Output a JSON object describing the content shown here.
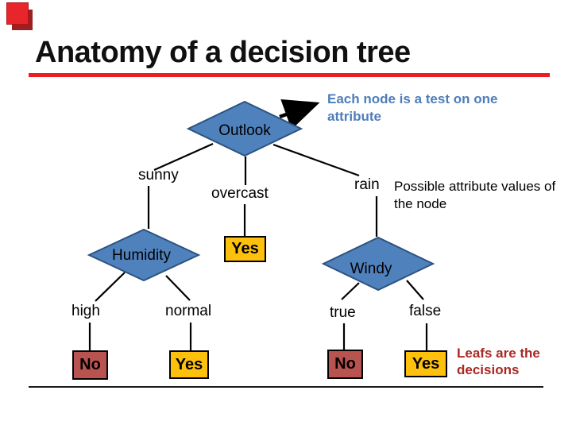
{
  "slide": {
    "title": "Anatomy of a decision tree"
  },
  "notes": {
    "node_note": "Each node is a test on one attribute",
    "values_note": "Possible attribute values of the node",
    "leafs_note": "Leafs are the decisions"
  },
  "tree": {
    "nodes": {
      "outlook": {
        "label": "Outlook"
      },
      "humidity": {
        "label": "Humidity"
      },
      "windy": {
        "label": "Windy"
      }
    },
    "branch_labels": {
      "sunny": "sunny",
      "overcast": "overcast",
      "rain": "rain",
      "high": "high",
      "normal": "normal",
      "true": "true",
      "false": "false"
    },
    "leaves": {
      "overcast_yes": "Yes",
      "high_no": "No",
      "normal_yes": "Yes",
      "windy_true_no": "No",
      "windy_false_yes": "Yes"
    }
  },
  "colors": {
    "node_fill": "#4f81bd",
    "node_border": "#2c5380",
    "yes_fill": "#fdc10d",
    "no_fill": "#b95350",
    "box_border": "#000000",
    "title_underline": "#ec1c24",
    "node_note_text": "#4e7dba",
    "leafs_note_text": "#aa2823",
    "corner_red": "#e8252b",
    "corner_maroon": "#9c2023"
  }
}
